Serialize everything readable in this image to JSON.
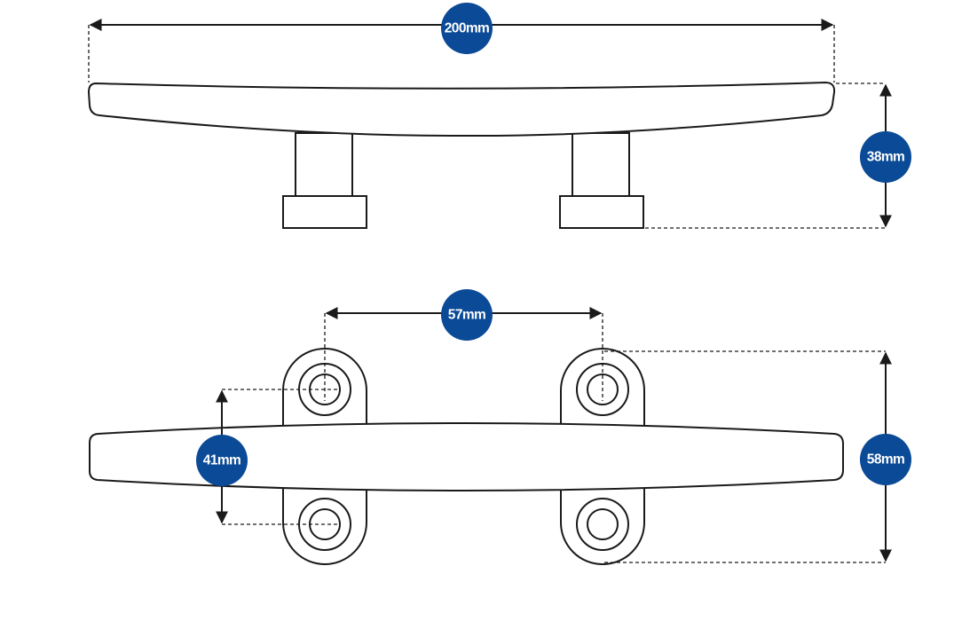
{
  "colors": {
    "badge": "#0b4a96",
    "line": "#1a1a1a",
    "background": "#ffffff"
  },
  "dimensions": {
    "overall_length": "200mm",
    "side_height": "38mm",
    "hole_spacing": "57mm",
    "hole_offset": "41mm",
    "base_length": "58mm"
  }
}
